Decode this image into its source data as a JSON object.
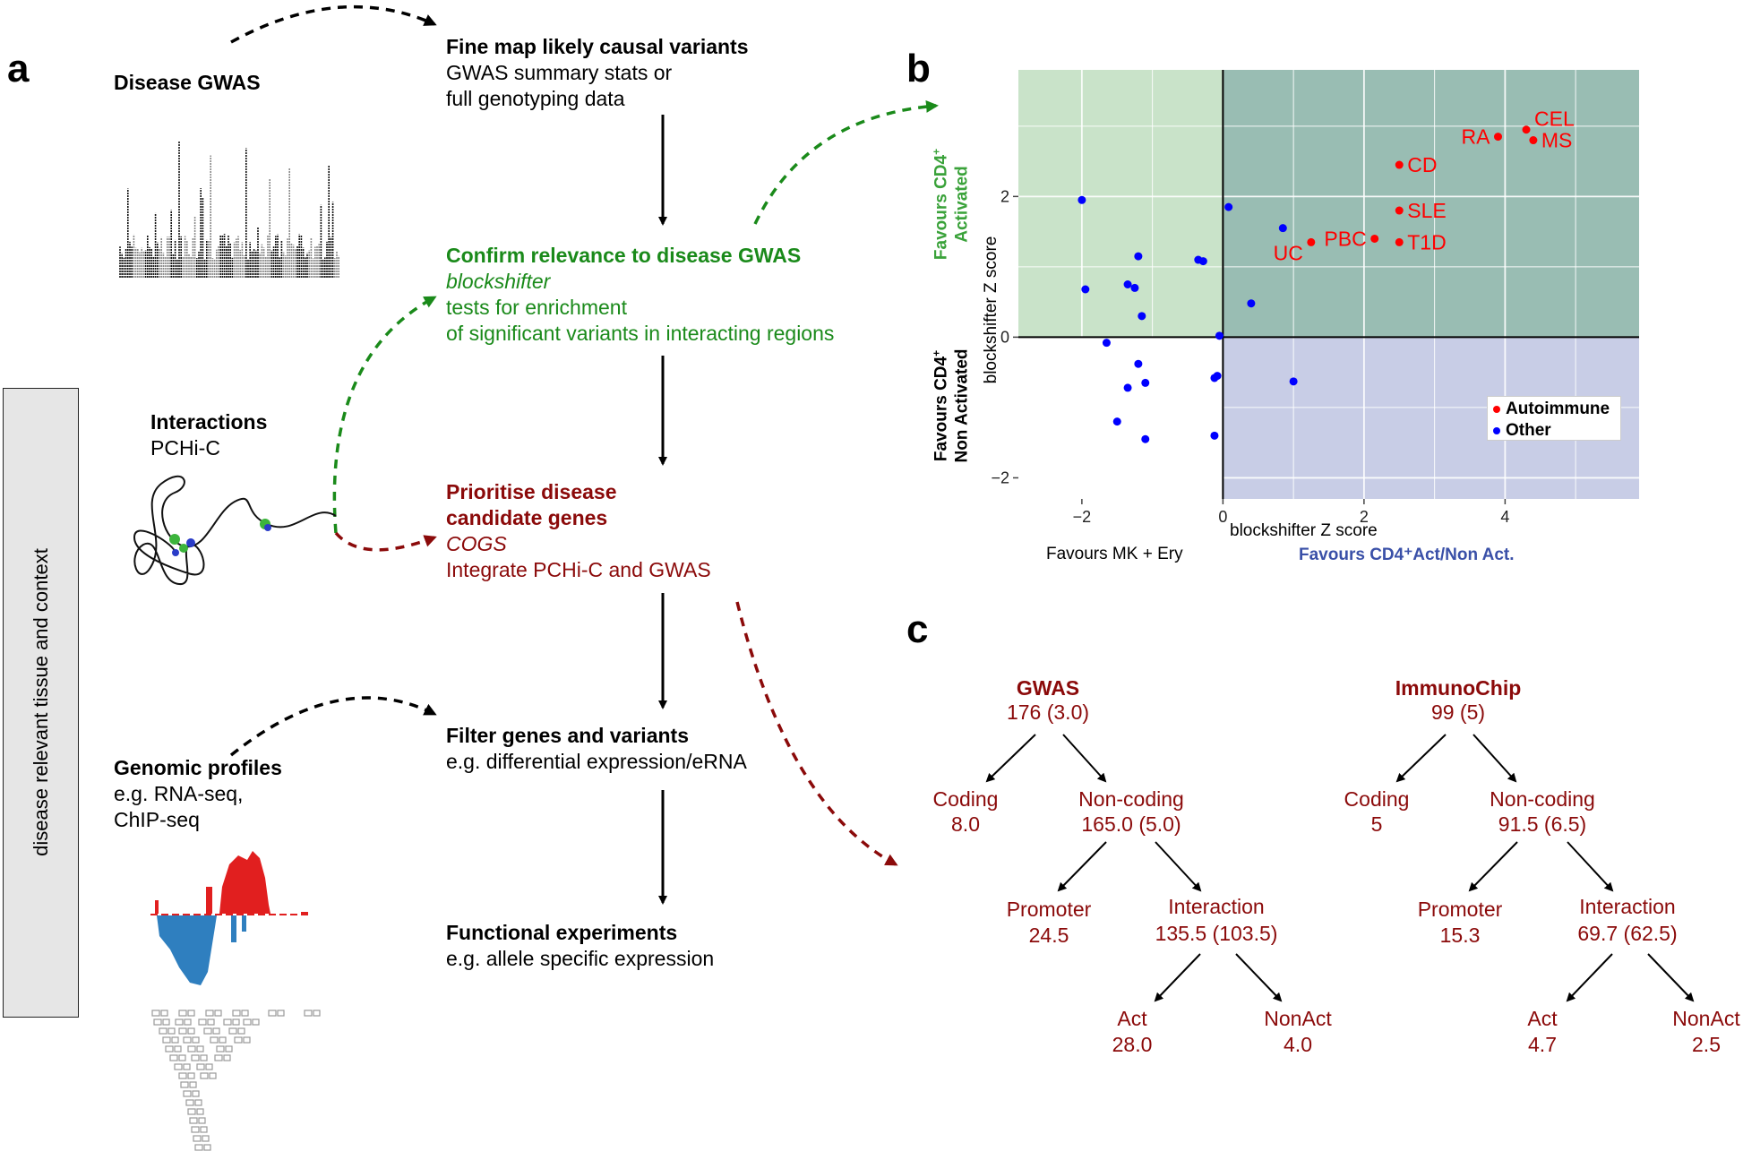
{
  "panels": {
    "a": "a",
    "b": "b",
    "c": "c"
  },
  "side_label": "disease relevant tissue and context",
  "left": {
    "gwas": {
      "title": "Disease GWAS"
    },
    "interactions": {
      "title": "Interactions",
      "sub": "PCHi-C"
    },
    "genomic": {
      "title": "Genomic profiles",
      "line1": "e.g. RNA-seq,",
      "line2": "ChIP-seq"
    }
  },
  "steps": {
    "fine_map": {
      "title": "Fine map likely causal variants",
      "line1": "GWAS summary stats or",
      "line2": "full genotyping data"
    },
    "confirm": {
      "title": "Confirm relevance to disease GWAS",
      "method": "blockshifter",
      "line1": "tests for enrichment",
      "line2": "of significant variants in interacting regions"
    },
    "prioritise": {
      "title1": "Prioritise disease",
      "title2": "candidate genes",
      "method": "COGS",
      "line1": "Integrate PCHi-C and GWAS"
    },
    "filter": {
      "title": "Filter genes and variants",
      "line1": "e.g. differential expression/eRNA"
    },
    "functional": {
      "title": "Functional experiments",
      "line1": "e.g. allele specific expression"
    }
  },
  "colors": {
    "green": "#1a8a1a",
    "dark_red": "#8b0a0a",
    "autoimmune": "#ff0000",
    "other": "#0000ff",
    "q_green": "#c9e3c9",
    "q_teal": "#99bdb3",
    "q_blue": "#c8cde6"
  },
  "chart_data": {
    "type": "scatter",
    "xlabel": "blockshifter Z score",
    "ylabel": "blockshifter Z score",
    "xlim": [
      -2.9,
      5.9
    ],
    "ylim": [
      -2.3,
      3.8
    ],
    "xticks": [
      -2,
      0,
      2,
      4
    ],
    "yticks": [
      -2,
      0,
      2
    ],
    "grid": true,
    "legend_position": "bottom-right",
    "quadrant_labels": {
      "top_left_a": "Favours CD4",
      "top_left_a_sup": "+",
      "top_left_b": "Activated",
      "bottom_left_a": "Favours CD4",
      "bottom_left_a_sup": "+",
      "bottom_left_b": "Non Activated",
      "x_left": "Favours MK + Ery",
      "x_right": "Favours CD4⁺Act/Non Act."
    },
    "series": [
      {
        "name": "Autoimmune",
        "color": "#ff0000",
        "points": [
          {
            "x": 4.3,
            "y": 2.95,
            "label": "CEL"
          },
          {
            "x": 3.9,
            "y": 2.85,
            "label": "RA"
          },
          {
            "x": 4.4,
            "y": 2.8,
            "label": "MS"
          },
          {
            "x": 2.5,
            "y": 2.45,
            "label": "CD"
          },
          {
            "x": 2.5,
            "y": 1.8,
            "label": "SLE"
          },
          {
            "x": 2.15,
            "y": 1.4,
            "label": "PBC"
          },
          {
            "x": 1.25,
            "y": 1.35,
            "label": "UC"
          },
          {
            "x": 2.5,
            "y": 1.35,
            "label": "T1D"
          }
        ]
      },
      {
        "name": "Other",
        "color": "#0000ff",
        "points": [
          {
            "x": -2.0,
            "y": 1.95
          },
          {
            "x": -1.2,
            "y": 1.15
          },
          {
            "x": -0.35,
            "y": 1.1
          },
          {
            "x": -0.28,
            "y": 1.08
          },
          {
            "x": -1.35,
            "y": 0.75
          },
          {
            "x": -1.25,
            "y": 0.7
          },
          {
            "x": -1.95,
            "y": 0.68
          },
          {
            "x": -1.15,
            "y": 0.3
          },
          {
            "x": 0.08,
            "y": 1.85
          },
          {
            "x": 0.85,
            "y": 1.55
          },
          {
            "x": 0.4,
            "y": 0.48
          },
          {
            "x": -1.65,
            "y": -0.08
          },
          {
            "x": -0.05,
            "y": 0.02
          },
          {
            "x": -1.2,
            "y": -0.38
          },
          {
            "x": -0.08,
            "y": -0.55
          },
          {
            "x": -0.12,
            "y": -0.58
          },
          {
            "x": -1.35,
            "y": -0.72
          },
          {
            "x": -1.1,
            "y": -0.65
          },
          {
            "x": 1.0,
            "y": -0.63
          },
          {
            "x": -1.5,
            "y": -1.2
          },
          {
            "x": -1.1,
            "y": -1.45
          },
          {
            "x": -0.12,
            "y": -1.4
          }
        ]
      }
    ]
  },
  "trees": {
    "gwas": {
      "root_name": "GWAS",
      "root_val": "176 (3.0)",
      "coding": "Coding",
      "coding_val": "8.0",
      "noncoding": "Non-coding",
      "noncoding_val": "165.0 (5.0)",
      "promoter": "Promoter",
      "promoter_val": "24.5",
      "interaction": "Interaction",
      "interaction_val": "135.5 (103.5)",
      "act": "Act",
      "act_val": "28.0",
      "nonact": "NonAct",
      "nonact_val": "4.0"
    },
    "immunochip": {
      "root_name": "ImmunoChip",
      "root_val": "99 (5)",
      "coding": "Coding",
      "coding_val": "5",
      "noncoding": "Non-coding",
      "noncoding_val": "91.5 (6.5)",
      "promoter": "Promoter",
      "promoter_val": "15.3",
      "interaction": "Interaction",
      "interaction_val": "69.7 (62.5)",
      "act": "Act",
      "act_val": "4.7",
      "nonact": "NonAct",
      "nonact_val": "2.5"
    }
  }
}
